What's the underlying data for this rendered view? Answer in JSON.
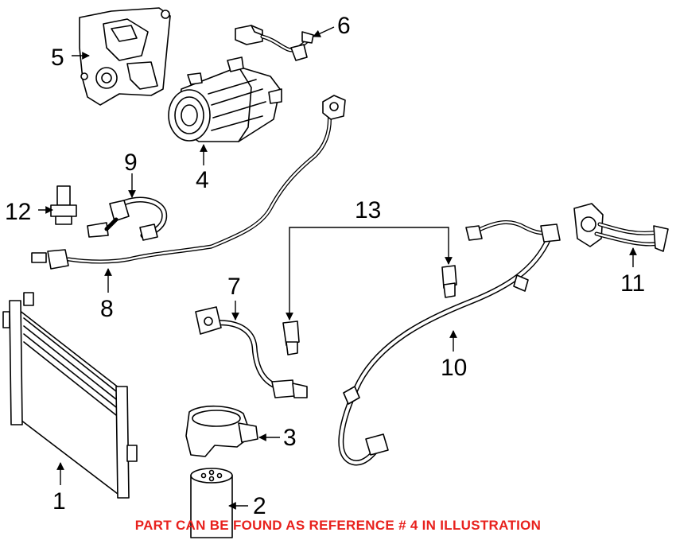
{
  "callouts": {
    "c1": "1",
    "c2": "2",
    "c3": "3",
    "c4": "4",
    "c5": "5",
    "c6": "6",
    "c7": "7",
    "c8": "8",
    "c9": "9",
    "c10": "10",
    "c11": "11",
    "c12": "12",
    "c13": "13"
  },
  "footer": {
    "note": "PART CAN BE FOUND AS REFERENCE # 4 IN ILLUSTRATION",
    "color": "#e8211d"
  },
  "colors": {
    "line": "#000000",
    "background": "#ffffff"
  }
}
